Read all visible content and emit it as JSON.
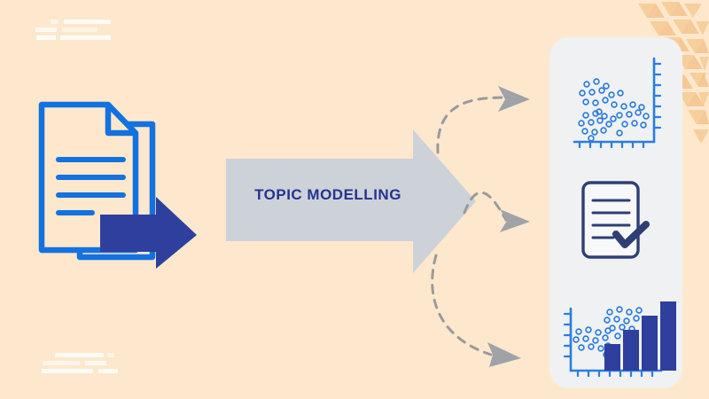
{
  "diagram": {
    "title": "Topic Modelling pipeline diagram",
    "background_color": "#fde8cd",
    "process_label": "TOPIC MODELLING",
    "process_arrow_color": "#cdd2d9",
    "label_color": "#25338c",
    "accent_blue": "#1372e0",
    "accent_navy": "#2e3f9e",
    "panel_color": "#f0f1f3",
    "connector_color": "#9a9a9a"
  },
  "input": {
    "name": "documents-stack-icon",
    "semantic": "stack of text documents feeding into the model",
    "document_count": 2,
    "text_line_count": 4,
    "outline_color": "#1372e0",
    "arrow_color": "#2e3f9e"
  },
  "process": {
    "name": "topic-modelling-arrow",
    "label": "TOPIC MODELLING",
    "shape": "block-arrow-right",
    "fill": "#cdd2d9"
  },
  "connectors": [
    {
      "name": "connector-to-cluster-plot",
      "style": "dashed-curved-arrow",
      "target": "output-cluster-scatter"
    },
    {
      "name": "connector-to-document-check",
      "style": "dashed-curved-arrow",
      "target": "output-topic-document"
    },
    {
      "name": "connector-to-cluster-bar",
      "style": "dashed-curved-arrow",
      "target": "output-cluster-bar-chart"
    }
  ],
  "outputs": {
    "panel_name": "outputs-panel",
    "items": [
      {
        "name": "output-cluster-scatter",
        "semantic": "scatter-plot-icon",
        "description": "Cluster scatter plot with three topic clusters",
        "axis_position": "bottom-and-right",
        "cluster_count": 3,
        "point_color": "#2b7de0"
      },
      {
        "name": "output-topic-document",
        "semantic": "document-check-icon",
        "description": "Labelled document with check mark",
        "text_line_count": 4,
        "outline_color": "#2e3f74"
      },
      {
        "name": "output-cluster-bar-chart",
        "semantic": "scatter-bar-chart-icon",
        "description": "Scatter clusters with ascending topic frequency bars",
        "axis_position": "left-and-bottom",
        "cluster_count": 2,
        "bar_count": 4,
        "bar_color": "#2e3f9e"
      }
    ]
  },
  "decorations": [
    {
      "name": "dash-pattern-top-left",
      "color": "#ffffff"
    },
    {
      "name": "dash-pattern-bottom-left",
      "color": "#ffffff"
    },
    {
      "name": "triangle-pattern-top-right",
      "color": "#f6c98f"
    }
  ],
  "chart_data": [
    {
      "type": "scatter",
      "name": "output-cluster-scatter",
      "title": "",
      "xlabel": "",
      "ylabel": "",
      "grid": false,
      "legend": "none",
      "series": [
        {
          "name": "cluster-1",
          "x": [
            22,
            30,
            38,
            46,
            26,
            34,
            42,
            50,
            24,
            32,
            40,
            29,
            37
          ],
          "y": [
            72,
            75,
            74,
            70,
            65,
            67,
            66,
            63,
            58,
            60,
            59,
            53,
            55
          ]
        },
        {
          "name": "cluster-2",
          "x": [
            62,
            70,
            78,
            86,
            58,
            66,
            74,
            82,
            68,
            76,
            84,
            72,
            64
          ],
          "y": [
            52,
            55,
            54,
            50,
            45,
            47,
            46,
            43,
            38,
            40,
            39,
            33,
            30
          ]
        },
        {
          "name": "cluster-3",
          "x": [
            18,
            26,
            34,
            42,
            20,
            28,
            36,
            44,
            24,
            32,
            40,
            30
          ],
          "y": [
            30,
            33,
            32,
            28,
            23,
            25,
            24,
            21,
            16,
            18,
            17,
            12
          ]
        }
      ]
    },
    {
      "type": "bar",
      "name": "output-cluster-bar-chart",
      "title": "",
      "xlabel": "",
      "ylabel": "",
      "grid": false,
      "legend": "none",
      "categories": [
        "topic-1",
        "topic-2",
        "topic-3",
        "topic-4"
      ],
      "values": [
        30,
        46,
        62,
        78
      ],
      "ylim": [
        0,
        100
      ],
      "overlay_scatter": {
        "type": "scatter",
        "series": [
          {
            "name": "cluster-a",
            "x": [
              12,
              20,
              28,
              36,
              14,
              22,
              30,
              18,
              26,
              34,
              24
            ],
            "y": [
              60,
              63,
              62,
              58,
              54,
              56,
              55,
              48,
              50,
              49,
              44
            ]
          },
          {
            "name": "cluster-b",
            "x": [
              46,
              54,
              62,
              70,
              44,
              52,
              60,
              68,
              50,
              58,
              66,
              56
            ],
            "y": [
              82,
              85,
              84,
              80,
              75,
              77,
              76,
              73,
              68,
              70,
              69,
              63
            ]
          }
        ]
      }
    }
  ]
}
